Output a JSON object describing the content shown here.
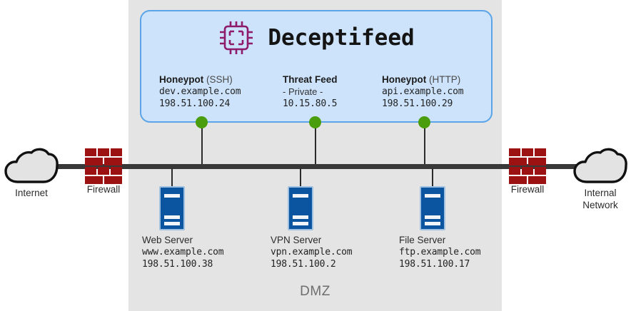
{
  "diagram": {
    "dmz": {
      "label": "DMZ"
    },
    "feed": {
      "title": "Deceptifeed",
      "icon": "cpu-chip-icon",
      "accent_color": "#8e1a6b",
      "box_fill": "#cce3fb",
      "box_border": "#5ba4e8",
      "nodes": [
        {
          "name": "Honeypot",
          "qualifier": "(SSH)",
          "host": "dev.example.com",
          "ip": "198.51.100.24",
          "status_color": "#4a9d0c"
        },
        {
          "name": "Threat Feed",
          "qualifier": "",
          "host": "- Private -",
          "ip": "10.15.80.5",
          "status_color": "#4a9d0c"
        },
        {
          "name": "Honeypot",
          "qualifier": "(HTTP)",
          "host": "api.example.com",
          "ip": "198.51.100.29",
          "status_color": "#4a9d0c"
        }
      ]
    },
    "servers": [
      {
        "name": "Web Server",
        "host": "www.example.com",
        "ip": "198.51.100.38",
        "icon": "server-icon"
      },
      {
        "name": "VPN Server",
        "host": "vpn.example.com",
        "ip": "198.51.100.2",
        "icon": "server-icon"
      },
      {
        "name": "File Server",
        "host": "ftp.example.com",
        "ip": "198.51.100.17",
        "icon": "server-icon"
      }
    ],
    "firewalls": [
      {
        "label": "Firewall",
        "icon": "firewall-brick-icon",
        "color": "#9c1111"
      },
      {
        "label": "Firewall",
        "icon": "firewall-brick-icon",
        "color": "#9c1111"
      }
    ],
    "clouds": [
      {
        "label": "Internet",
        "icon": "cloud-icon"
      },
      {
        "label": "Internal Network",
        "line1": "Internal",
        "line2": "Network",
        "icon": "cloud-icon"
      }
    ],
    "backbone_color": "#383838"
  }
}
